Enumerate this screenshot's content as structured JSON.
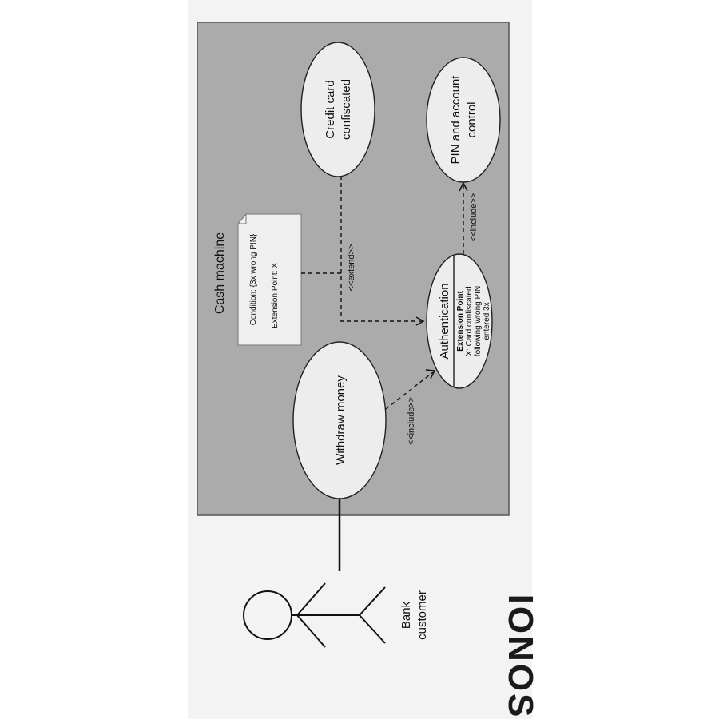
{
  "diagram": {
    "system_label": "Cash machine",
    "actor_label_line1": "Bank",
    "actor_label_line2": "customer",
    "usecase_withdraw": "Withdraw money",
    "usecase_credit_line1": "Credit card",
    "usecase_credit_line2": "confiscated",
    "usecase_pin_line1": "PIN and account",
    "usecase_pin_line2": "control",
    "usecase_auth": "Authentication",
    "auth_ext_title": "Extension Point",
    "auth_ext_line1": "X: Card confiscated",
    "auth_ext_line2": "following wrong PIN",
    "auth_ext_line3": "entered 3x",
    "note_condition": "Condition: {3x wrong PIN}",
    "note_extension": "Extension Point: X",
    "label_extend": "<<extend>>",
    "label_include_withdraw": "<<include>>",
    "label_include_pin": "<<include>>",
    "logo_text": "IONOS"
  },
  "colors": {
    "panel_bg": "#f3f3f3",
    "system_fill": "#ababab",
    "usecase_fill": "#ededed",
    "note_fill": "#efefef",
    "stroke": "#222222"
  }
}
